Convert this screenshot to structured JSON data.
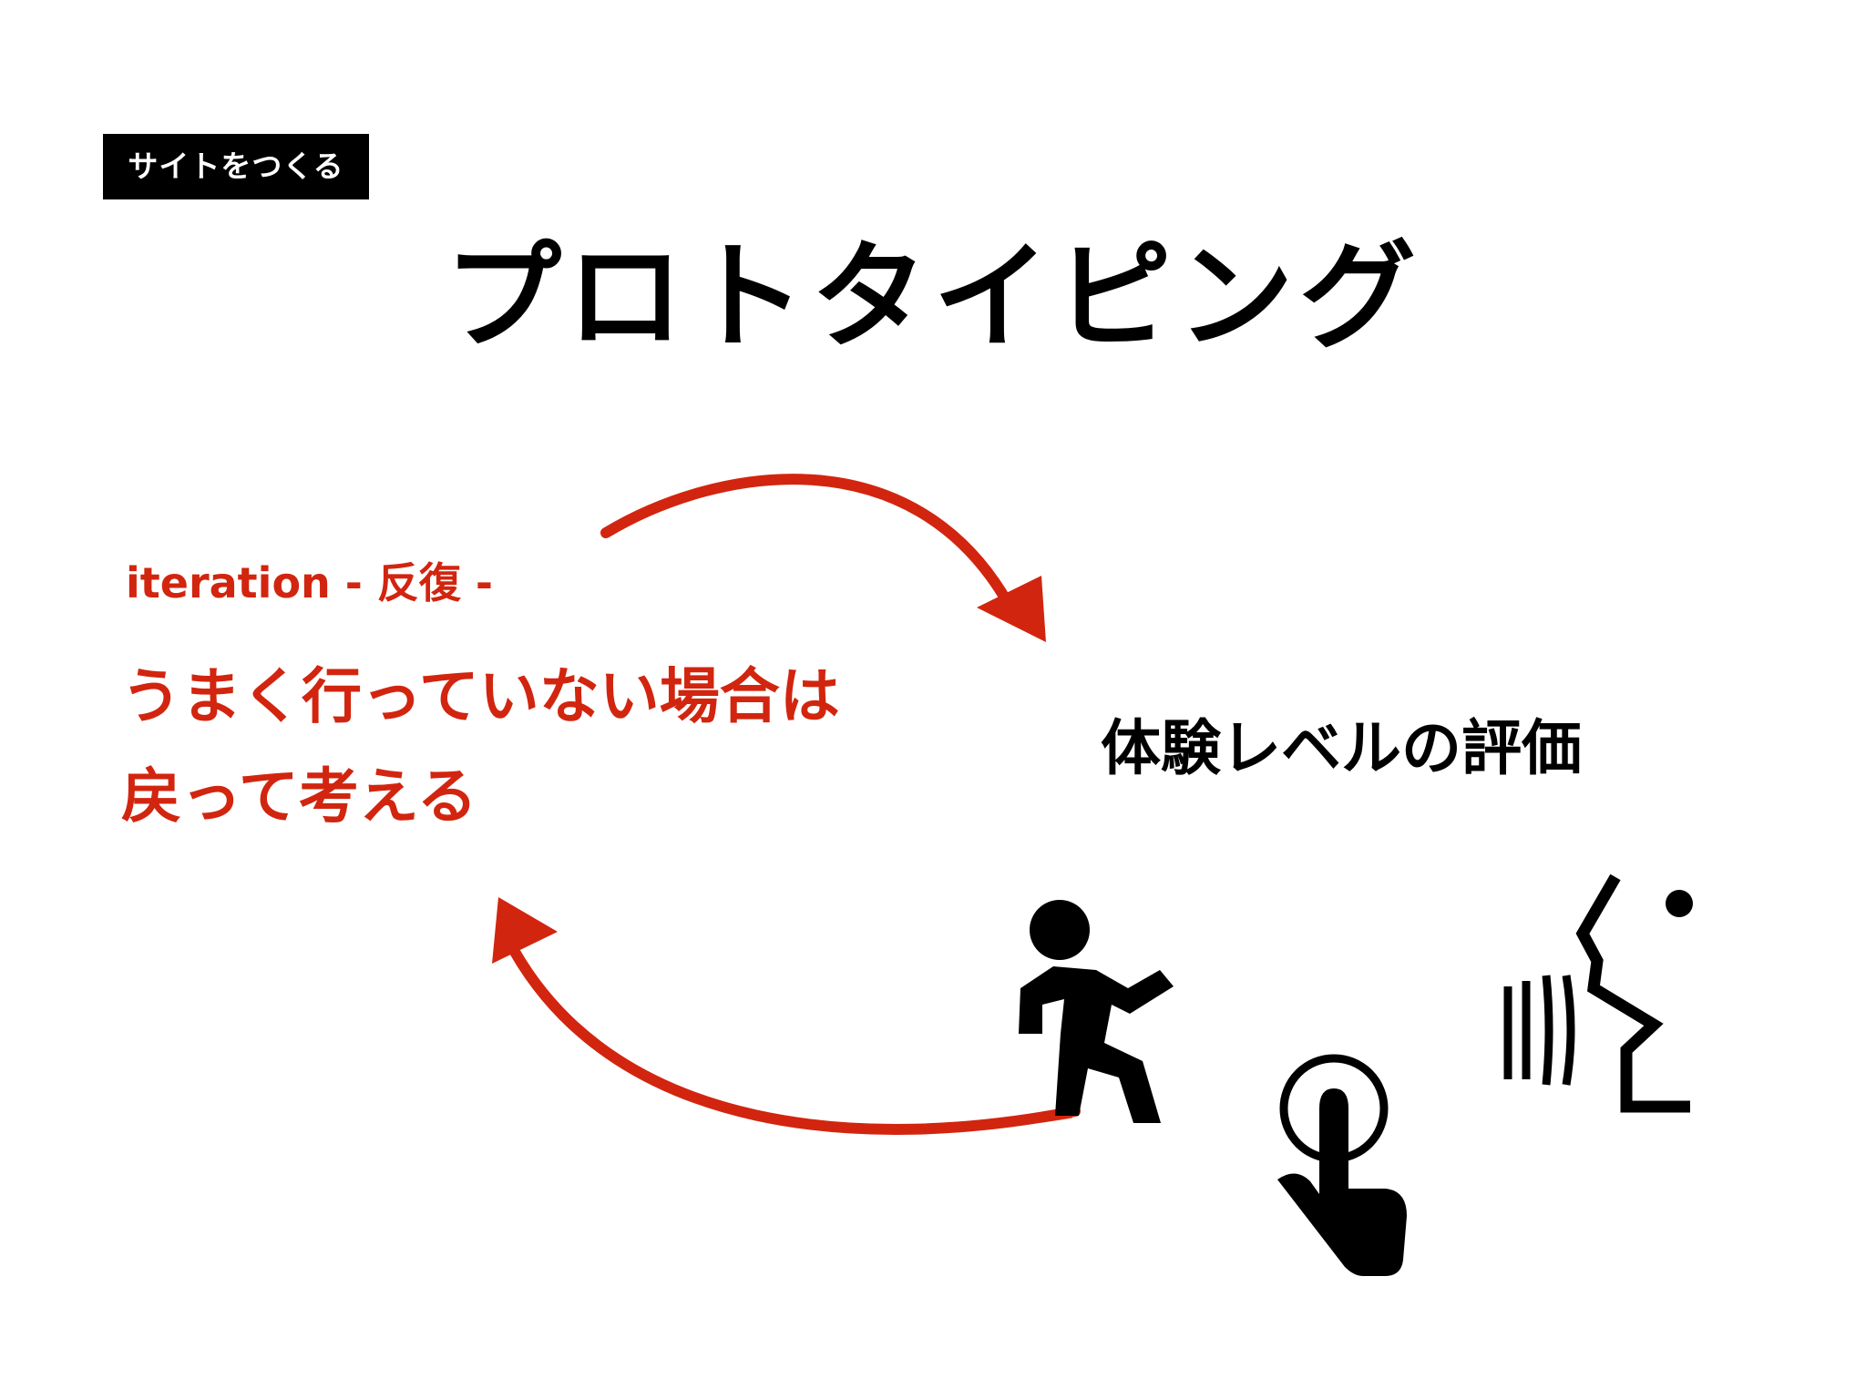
{
  "header": {
    "tag": "サイトをつくる",
    "title": "プロトタイピング"
  },
  "iteration": {
    "label": "iteration - 反復 -",
    "message_line1": "うまく行っていない場合は",
    "message_line2": "戻って考える"
  },
  "evaluation": {
    "label": "体験レベルの評価"
  },
  "icons": {
    "running": "running-person-icon",
    "tap": "tap-gesture-icon",
    "voice": "voice-speaking-icon"
  },
  "colors": {
    "accent": "#d2250f",
    "text": "#000000",
    "tag_bg": "#000000",
    "tag_text": "#ffffff"
  }
}
